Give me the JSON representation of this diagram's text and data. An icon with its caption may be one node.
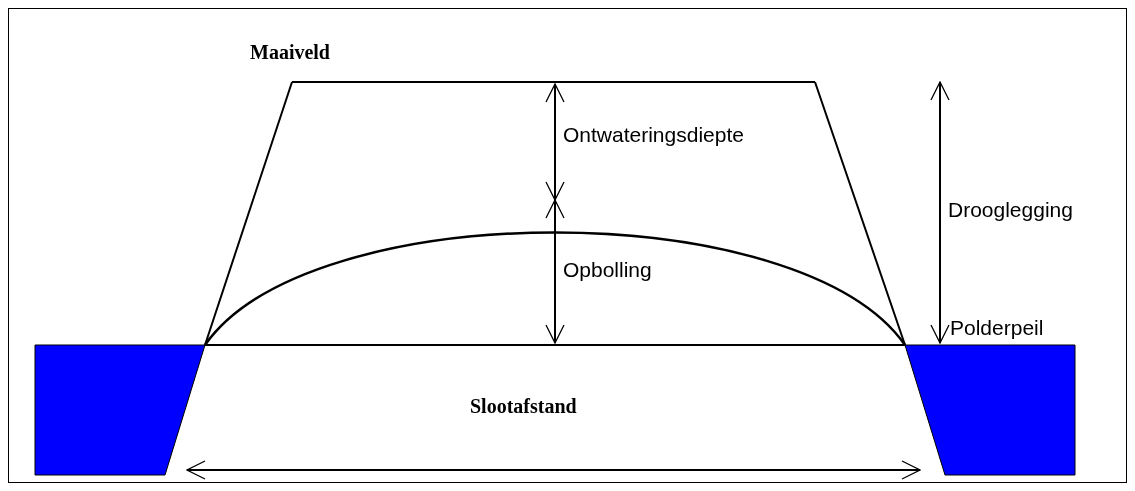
{
  "diagram": {
    "labels": [
      "Maaiveld",
      "Ontwateringsdiepte",
      "Drooglegging",
      "Opbolling",
      "Polderpeil",
      "Slootafstand"
    ]
  }
}
